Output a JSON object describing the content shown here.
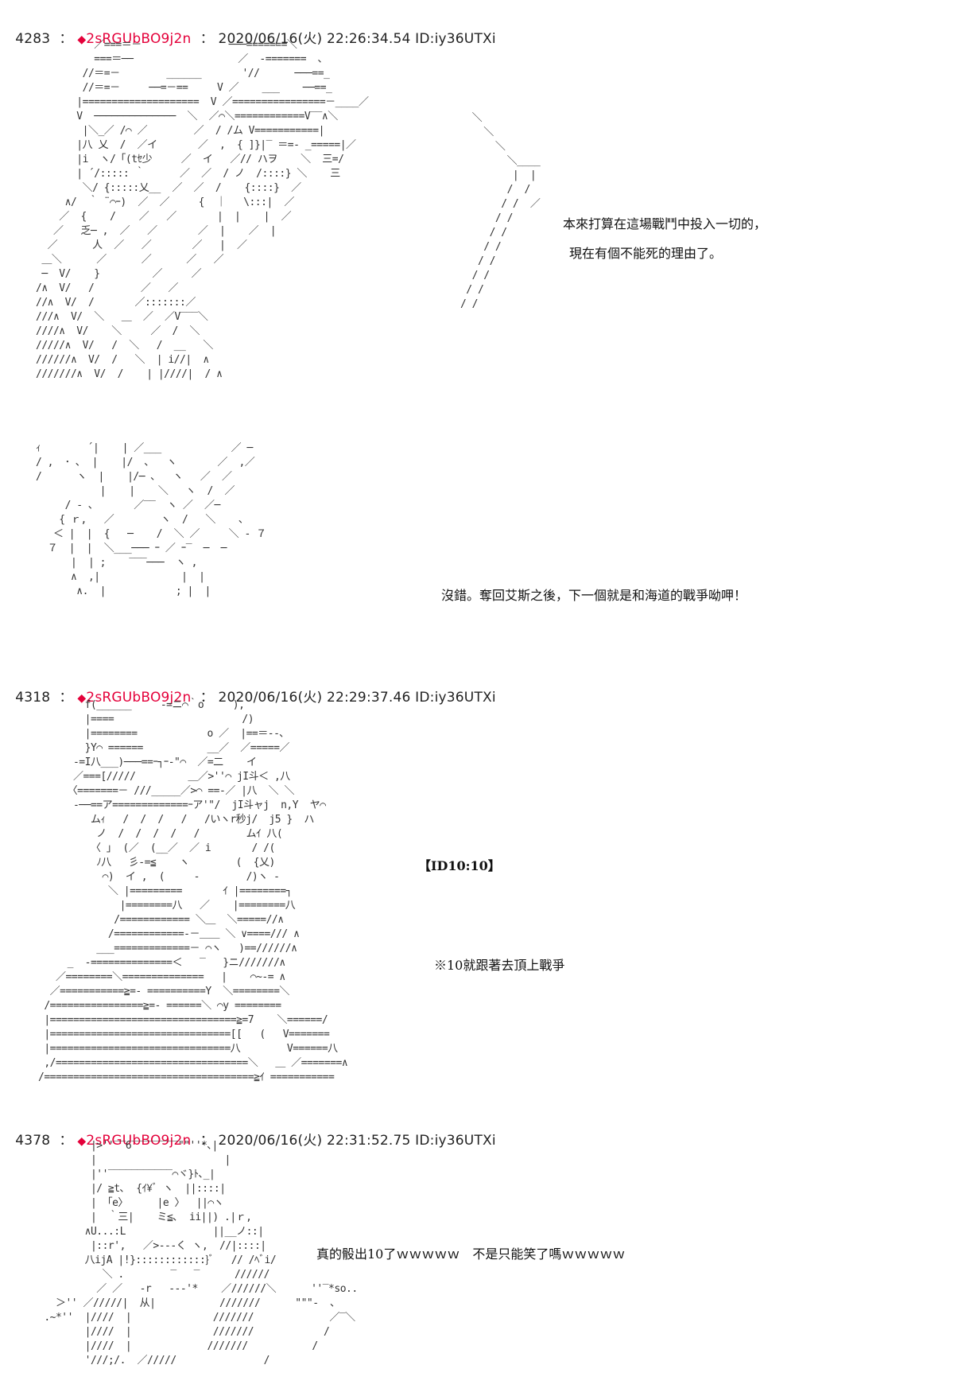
{
  "posts": [
    {
      "number": "4283",
      "sep": "：",
      "trip_mark": "◆",
      "trip": "2sRGUbBO9j2n",
      "datetime": "2020/06/16(火) 22:26:34.54",
      "id": "ID:iy36UTXi",
      "dialogue": [
        "本來打算在這場戰鬥中投入一切的，",
        "現在有個不能死的理由了。",
        "沒錯。奪回艾斯之後，下一個就是和海道的戰爭呦呷！"
      ]
    },
    {
      "number": "4318",
      "sep": "：",
      "trip_mark": "◆",
      "trip": "2sRGUbBO9j2n",
      "datetime": "2020/06/16(火) 22:29:37.46",
      "id": "ID:iy36UTXi",
      "dialogue": [
        "【ID10:10】",
        "※10就跟著去頂上戰爭"
      ]
    },
    {
      "number": "4378",
      "sep": "：",
      "trip_mark": "◆",
      "trip": "2sRGUbBO9j2n",
      "datetime": "2020/06/16(火) 22:31:52.75",
      "id": "ID:iy36UTXi",
      "dialogue": [
        "真的骰出10了ｗｗｗｗｗ　不是只能笑了嗎ｗｗｗｗｗ"
      ]
    }
  ],
  "art": {
    "a1": "          ／===＝－               ───=======＼\n          ===＝──                  ／  -=======  ､\n        //＝=－        ______       '//      ───==_\n        //＝=－     ──=－==     V ／    ___    ──==_\n       |====================  V ／================－____／\n       V  ──────────────  ＼  ／⌒＼============V‾‾∧＼\n        |＼_／ /⌒ ／        ／  / /ム V===========|\n       |八 乂  /  ／イ       ／  ,  { ]}|‾ ＝=- _=====|／\n       |i  ヽ/「(tｾ少     ／  イ   ／// ハヲ    ＼  三=/\n       | ´/::::: ｀      ／  ／  / ノ  /::::} ＼    三\n        ＼/ {:::::乂__  ／  ／  /    {::::}  ／\n     ∧/  ｀ ¨⌒ｰ)  ／  ／     {  ｜   \\:::|  ／\n    ／  {    /    ／   ／       |  |    |  ／\n   ／   乏─ ,  ／   ／       ／  |    ／  |\n  ／      人  ／   ／       ／   |  ／\n ＿＼      ／      ／      ／   ／\n ─  V/    }         ／     ／\n/∧  V/   /        ／   ／\n//∧  V/  /       ／:::::::／\n///∧  V/  ＼   ＿  ／  ／V‾‾‾＼\n////∧  V/    ＼     ／  /  ＼\n/////∧  V/   /  ＼   /  __   ＼\n//////∧  V/  /   ＼  | i//|  ∧\n///////∧  V/  /    | |////|  / ∧",
    "a1r": "        ＼\n          ＼\n            ＼\n              ＼____\n               |  |\n              /  /\n             / /  ／\n            / /\n           / /\n          / /\n         / /\n        / /\n       / /\n      / /",
    "a2": "ｨ        ´|    | ／___            ／ ─\n/ ,  ･ ､  |    |/  ､   ヽ       ／  ,／\n/      ヽ  |    |/─ ､   ヽ   ／  ／\n           |    |    ＼   ヽ  /  ／\n     / ‐ ､       ／‾‾  ヽ ／  ／─ \n    { ｒ,   ／        ヽ  /   ＼    ､\n   ＜ |  |  {   ─    /  ＼ ／     ＼ - ７\n  ７  |  |  ＼___─── ｰ ／ ｰ‾  ─  ─\n      |  | ;    ‾‾‾───  ヽ ,\n      ∧  ,|              |  |\n       ∧.  |            ; |  |",
    "a3": "        f(______     -=ニ⌒｀o     ),\n        |====                      /)\n        |========            o ／  |==＝--､\n        }Y⌒ ======           __／  ／=====／\n      -=I八___)───==ｰ┐ｰ‐\"⌒  ／=二    イ\n      ／===[/////         ＿／>''⌒ jI斗＜ ,八\n     〈=======－ ///_____／>⌒ ==-／ |八  ＼ ＼\n      ‐──==ア=============ｰア'\"/  jI斗ャj  n,Y  ヤ⌒\n         ムｨ   /  /  /   /   /いヽr秒j/  j5 }  ハ\n          ノ  /  /  /  /   /        ムｲ 八(\n         〈 ｣  (／  (__／  ／ i       / /(\n          ﾉ八   彡-=≦    ヽ        (  {乂)\n           ⌒)  イ ,  (     -        /)ヽ -\n            ＼ |=========       ｲ |========┐\n              |========八   ／    |========八\n             /============ ＼＿  ＼=====//∧\n            /============-－＿＿ ＼ ∨====/// ∧\n          ___=============－ ⌒ヽ   )==//////∧\n     _  -==============＜   ‾   }ニ///////∧\n   ／========＼==============   |    ⌒~-= ∧\n  ／===========≧=- ==========Y  ＼========＼\n /================≧=- ======＼ ⌒y ========\n |================================≧=7    ＼======/\n |===============================[[   (   V=======\n |===============================八        V======八\n ,/=================================＼   ＿ ／=======∧\n/====================================≧ｲ ===========",
    "a4": "         |>''‾‾6‾‾‾‾‾‾‾‾\"\"''*､|\n         |                      |\n         |''‾‾‾‾‾‾‾‾‾‾‾⌒ヾ}ﾄ､_|\n         |/ ≧t､  {ｲ¥ﾞ ヽ  ||::::|\n         | 「e〉     |e 〉  ||⌒ヽ\n         |  ｀三|    ミ≦､  ii||) .|ｒ,\n        ∧U...:L               ||__ノ::|\n         |::r',   ／>‐‐‐く ヽ,  //|::::|\n        八ijA |!}::::::::::::}ﾞ   // /ﾍﾞi/\n           ＼ .        ‾   ‾      //////\n          ／ ／   ‐r   ‐‐‐'*    ／//////＼      ''‾*so..\n   ＞'' ／/////|  从|           ///////      \"\"\"‐  ､\n .~*''  |////  |              ///////             ／‾＼\n        |////  |              ///////            /\n        |////  |             ///////           /\n        '///;/.  ／/////               /"
  }
}
